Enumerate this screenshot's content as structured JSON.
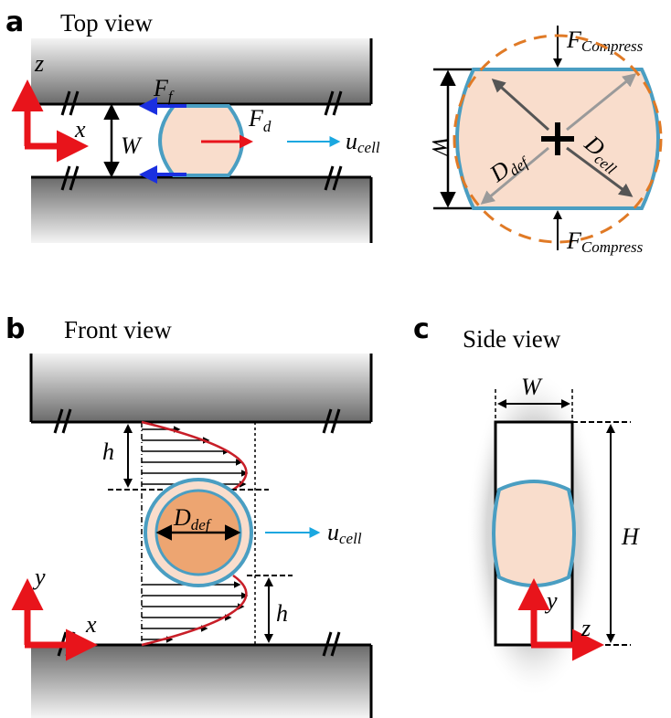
{
  "panels": {
    "a": {
      "letter": "a",
      "title": "Top view",
      "axis_z": "z",
      "axis_x": "x",
      "width": "W",
      "friction_force": {
        "symbol": "F",
        "sub": "f"
      },
      "drag_force": {
        "symbol": "F",
        "sub": "d"
      },
      "velocity": {
        "symbol": "u",
        "sub": "cell"
      },
      "compress_force": {
        "symbol": "F",
        "sub": "Compress"
      },
      "d_def": {
        "symbol": "D",
        "sub": "def"
      },
      "d_cell": {
        "symbol": "D",
        "sub": "cell"
      }
    },
    "b": {
      "letter": "b",
      "title": "Front view",
      "axis_y": "y",
      "axis_x": "x",
      "height_top": "h",
      "height_bottom": "h",
      "d_def": {
        "symbol": "D",
        "sub": "def"
      },
      "velocity": {
        "symbol": "u",
        "sub": "cell"
      }
    },
    "c": {
      "letter": "c",
      "title": "Side view",
      "width": "W",
      "height": "H",
      "axis_y": "y",
      "axis_z": "z"
    }
  },
  "colors": {
    "cell_fill": "#f9ddcc",
    "cell_fill_dark": "#eda571",
    "cell_outline": "#4a9ec2",
    "dashed_circle": "#e07a26",
    "axis_red": "#e8141b",
    "force_blue": "#1a2fe0",
    "velocity_cyan": "#1aa7e0",
    "profile_red": "#c81e28"
  }
}
